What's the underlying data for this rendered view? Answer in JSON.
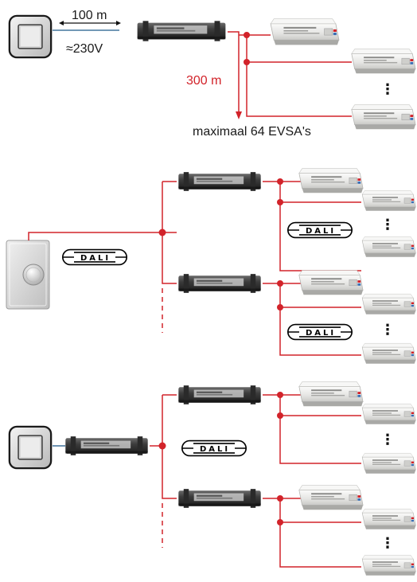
{
  "section1": {
    "distance_top": "100 m",
    "voltage": "≈230V",
    "distance_red": "300 m",
    "max_label": "maximaal 64 EVSA's"
  },
  "dali": {
    "logo_text": "DALI"
  },
  "colors": {
    "wire": "#d2232a",
    "wire_supply": "#1f5a8a",
    "driver_body": "#3a3a3a",
    "ballast_body": "#e8e8e6",
    "panel": "#d0d0cc"
  }
}
